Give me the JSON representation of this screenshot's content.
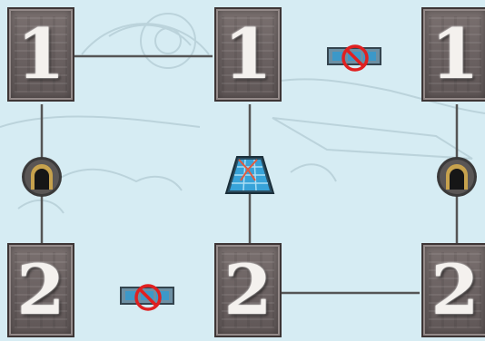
{
  "tiles": [
    {
      "label": "1"
    },
    {
      "label": "1"
    },
    {
      "label": "1"
    },
    {
      "label": "2"
    },
    {
      "label": "2"
    },
    {
      "label": "2"
    }
  ],
  "colors": {
    "background": "#d6ecf3",
    "connector": "#555555",
    "blocked": "#e02020",
    "tunnel": "#3b3a3a",
    "tunnel_arch": "#c7a24d",
    "station": "#38a3d9"
  },
  "icons": [
    "tunnel-icon",
    "glass-station-icon",
    "blocked-road-icon"
  ]
}
